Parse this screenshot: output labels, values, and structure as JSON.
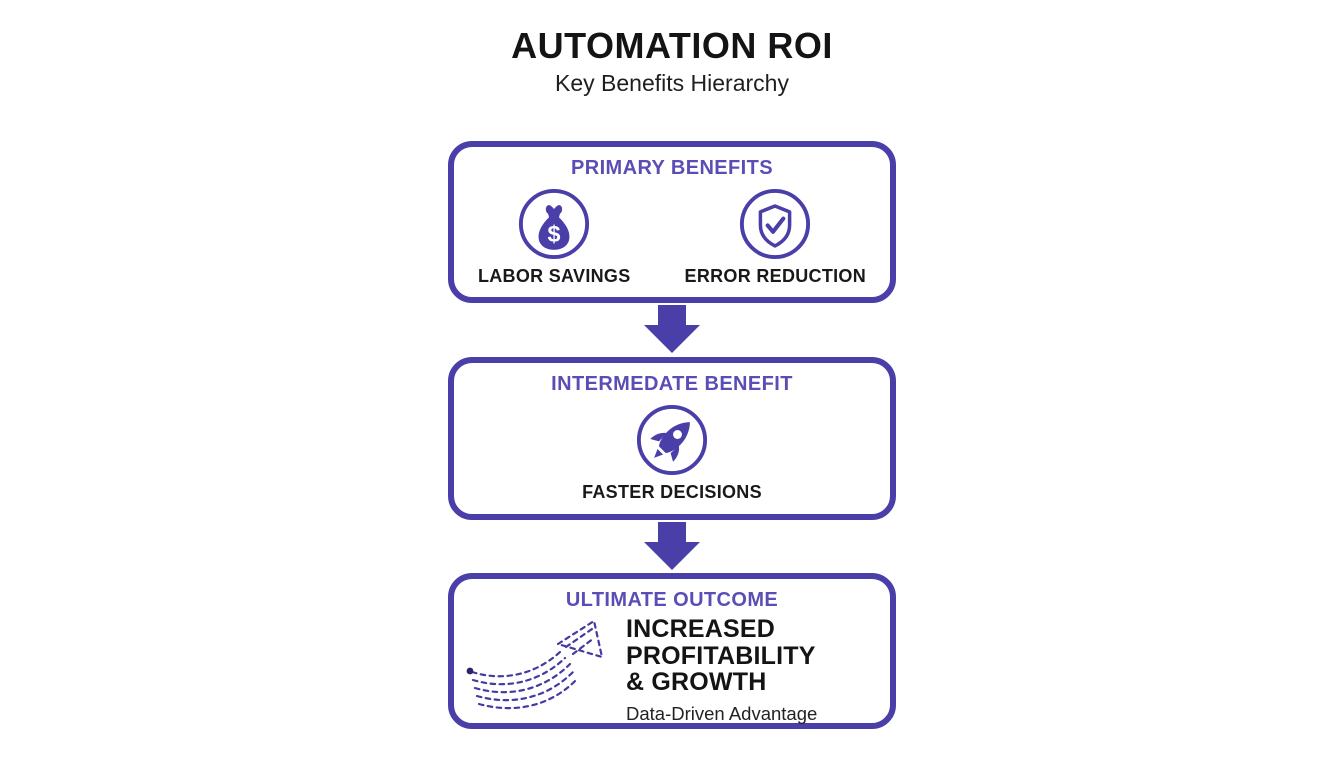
{
  "title": "AUTOMATION ROI",
  "subtitle": "Key Benefits Hierarchy",
  "colors": {
    "accent_purple": "#4a3fa8",
    "header_purple": "#5a4eb5",
    "text_black": "#1c1c1e",
    "background": "#ffffff"
  },
  "boxes": [
    {
      "header": "PRIMARY BENEFITS",
      "items": [
        {
          "icon": "money-bag-icon",
          "symbol": "$",
          "label": "LABOR SAVINGS"
        },
        {
          "icon": "shield-check-icon",
          "label": "ERROR REDUCTION"
        }
      ]
    },
    {
      "header": "INTERMEDATE BENEFIT",
      "items": [
        {
          "icon": "rocket-icon",
          "label": "FASTER DECISIONS"
        }
      ]
    },
    {
      "header": "ULTIMATE OUTCOME",
      "graphic": "dashed-growth-arrow-icon",
      "heading_lines": [
        "INCREASED",
        "PROFITABILITY",
        "& GROWTH"
      ],
      "subtext": "Data-Driven Advantage"
    }
  ],
  "connectors": [
    {
      "icon": "down-arrow-icon"
    },
    {
      "icon": "down-arrow-icon"
    }
  ]
}
